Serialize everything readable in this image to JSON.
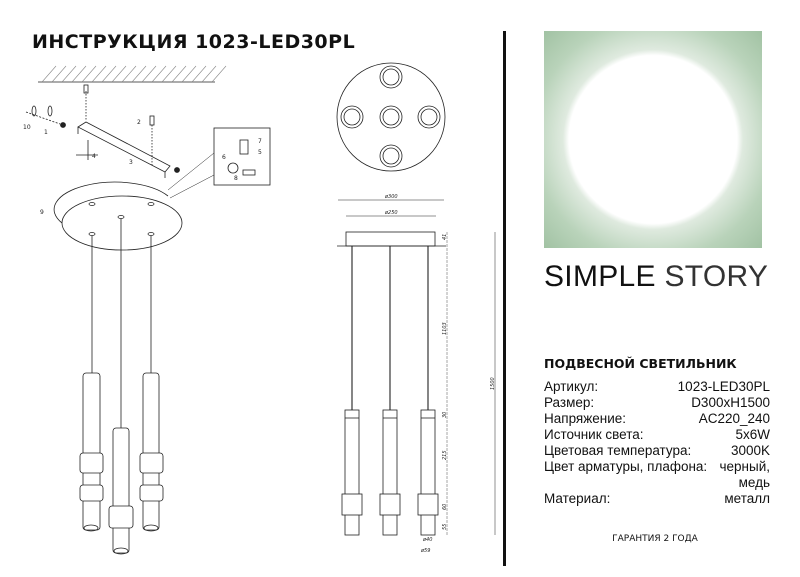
{
  "header": {
    "title": "ИНСТРУКЦИЯ 1023-LED30PL"
  },
  "brand": {
    "name_bold": "SIMPLE",
    "name_light": "STORY",
    "logo_color": "#9dbf9f"
  },
  "product": {
    "heading": "ПОДВЕСНОЙ СВЕТИЛЬНИК",
    "specs": [
      {
        "label": "Артикул:",
        "value": "1023-LED30PL"
      },
      {
        "label": "Размер:",
        "value": "D300xH1500"
      },
      {
        "label": "Напряжение:",
        "value": "AC220_240"
      },
      {
        "label": "Источник света:",
        "value": "5x6W"
      },
      {
        "label": "Цветовая температура:",
        "value": "3000K"
      },
      {
        "label": "Цвет арматуры, плафона:",
        "value": "черный,"
      },
      {
        "label": "",
        "value": "медь"
      },
      {
        "label": "Материал:",
        "value": "металл"
      }
    ],
    "guarantee": "ГАРАНТИЯ 2 ГОДА"
  },
  "assembly_steps": [
    "10",
    "1",
    "4",
    "2",
    "3",
    "7",
    "5",
    "6",
    "8",
    "9"
  ],
  "dimensions": {
    "d_outer": "ø300",
    "d_inner": "ø250",
    "canopy_h": "41",
    "cord": "1103",
    "cap": "30",
    "tube": "215",
    "cuff": "60",
    "bottom": "55",
    "total": "1500",
    "d_tube": "ø40",
    "d_cuff": "ø59"
  }
}
